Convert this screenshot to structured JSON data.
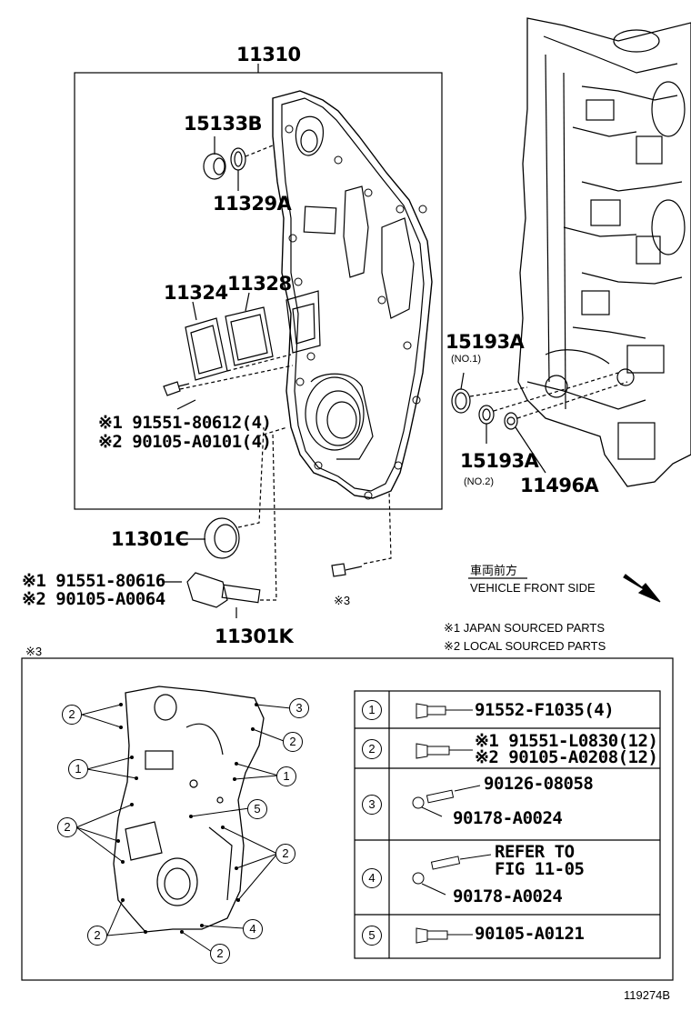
{
  "diagram": {
    "figure_id": "119274B",
    "main_assembly": "11310",
    "parts": {
      "p15133B": "15133B",
      "p11329A": "11329A",
      "p11324": "11324",
      "p11328": "11328",
      "bolt_j1": "※1 91551-80612(4)",
      "bolt_j2": "※2 90105-A0101(4)",
      "p11301C": "11301C",
      "sensor_j1": "※1 91551-80616",
      "sensor_j2": "※2 90105-A0064",
      "p11301K": "11301K",
      "p15193A_1": "15193A",
      "p15193A_1_sub": "(NO.1)",
      "p15193A_2": "15193A",
      "p15193A_2_sub": "(NO.2)",
      "p11496A": "11496A",
      "note3_ref": "※3"
    },
    "front_side": {
      "japanese": "車両前方",
      "english": "VEHICLE FRONT SIDE"
    },
    "legend": {
      "japan": "※1 JAPAN SOURCED PARTS",
      "local": "※2 LOCAL SOURCED PARTS"
    },
    "detail_label": "※3",
    "detail_callouts": [
      "2",
      "3",
      "2",
      "1",
      "1",
      "2",
      "5",
      "2",
      "2",
      "4",
      "2"
    ],
    "table": [
      {
        "num": "1",
        "lines": [
          "91552-F1035(4)"
        ]
      },
      {
        "num": "2",
        "lines": [
          "※1 91551-L0830(12)",
          "※2 90105-A0208(12)"
        ]
      },
      {
        "num": "3",
        "lines": [
          "90126-08058",
          "90178-A0024"
        ]
      },
      {
        "num": "4",
        "lines": [
          "REFER TO",
          "FIG 11-05",
          "90178-A0024"
        ]
      },
      {
        "num": "5",
        "lines": [
          "90105-A0121"
        ]
      }
    ]
  }
}
